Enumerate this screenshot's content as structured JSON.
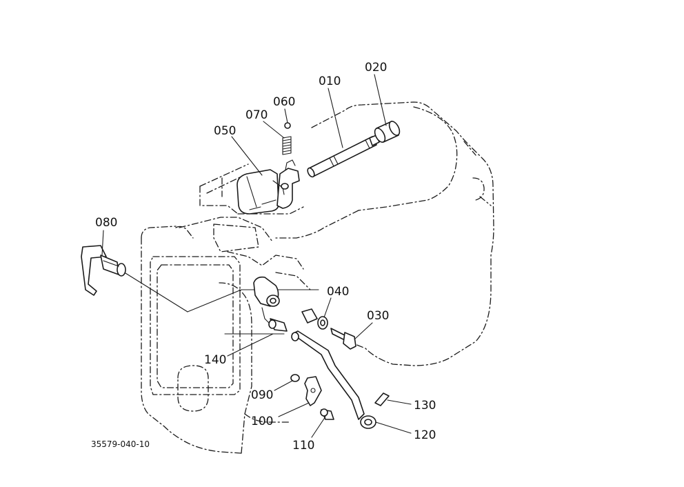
{
  "diagram": {
    "drawing_number": "35579-040-10",
    "callouts": {
      "p010": "010",
      "p020": "020",
      "p030": "030",
      "p040": "040",
      "p050": "050",
      "p060": "060",
      "p070": "070",
      "p080": "080",
      "p090": "090",
      "p100": "100",
      "p110": "110",
      "p120": "120",
      "p130": "130",
      "p140": "140"
    }
  }
}
